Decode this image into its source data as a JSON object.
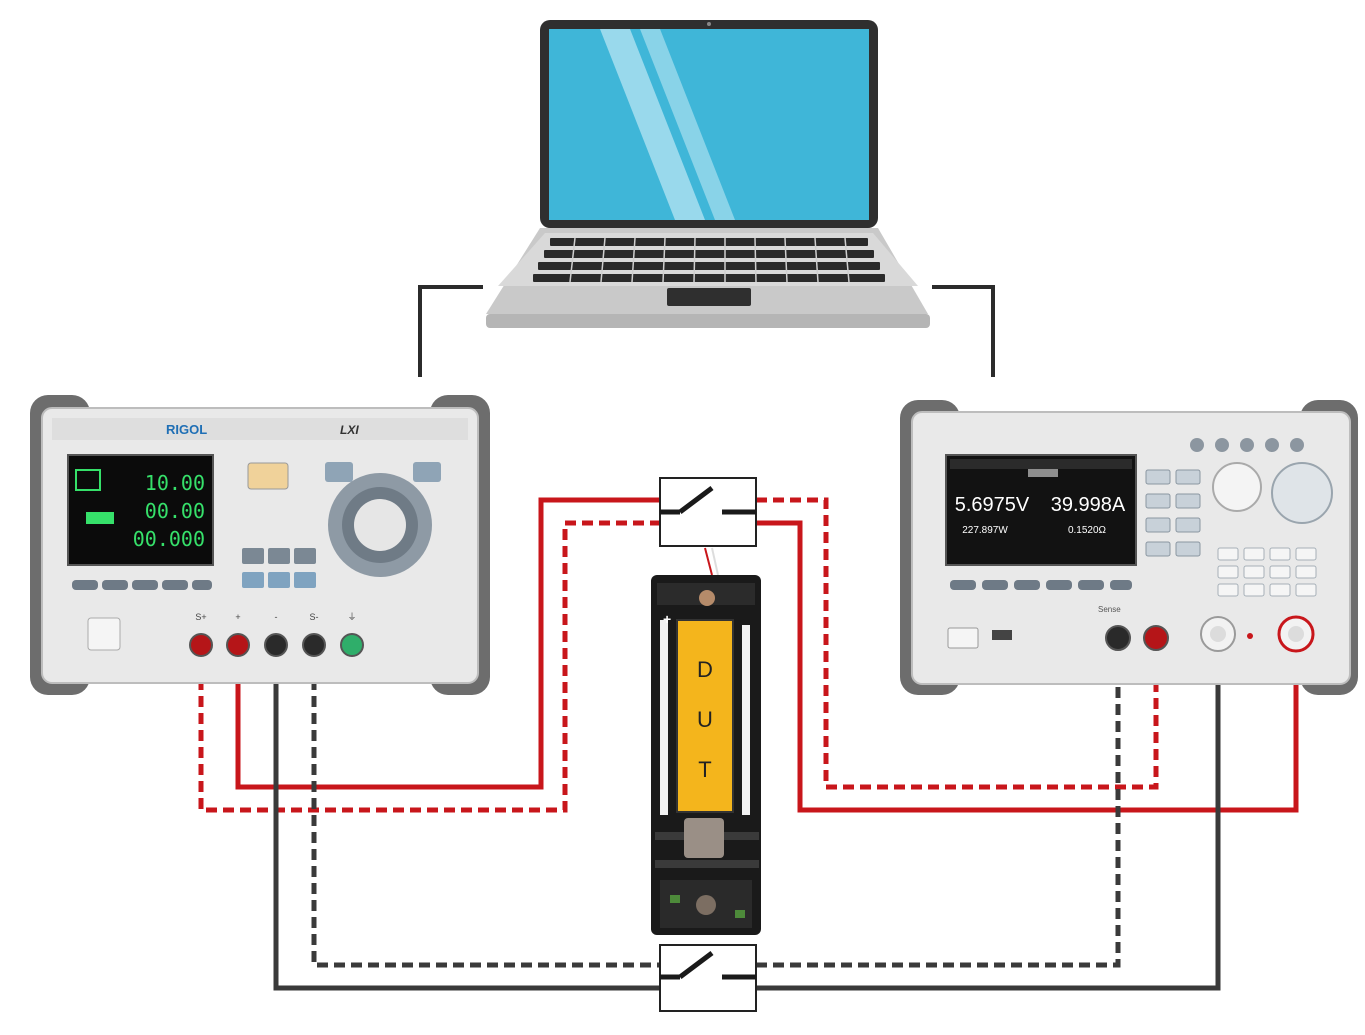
{
  "power_supply": {
    "brand": "RIGOL",
    "model_badge": "LXI",
    "readouts": [
      "10.00",
      "00.00",
      "00.000"
    ],
    "panel_terminals": [
      "S+",
      "+",
      "-",
      "S-",
      "⏚"
    ]
  },
  "electronic_load": {
    "voltage": "5.6975V",
    "current": "39.998A",
    "power": "227.897W",
    "resistance": "0.1520Ω",
    "sense_label": "Sense"
  },
  "dut": {
    "letters": [
      "D",
      "U",
      "T"
    ],
    "plus_mark": "+"
  },
  "colors": {
    "red_wire": "#c8161b",
    "black_wire": "#3a3a3a",
    "connection_line": "#2b2b2b",
    "laptop_screen": "#3fb6d8",
    "dut_yellow": "#f4b51c",
    "ps_lcd_text": "#36e06a",
    "load_lcd_text": "#ffffff"
  },
  "icons": [
    "laptop-icon",
    "switch-icon"
  ]
}
